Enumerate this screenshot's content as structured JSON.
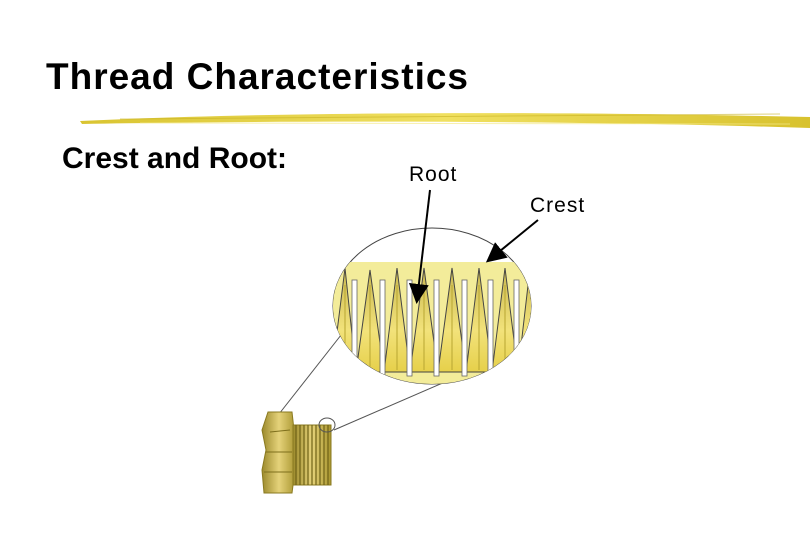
{
  "slide": {
    "title": "Thread Characteristics",
    "bullet": "Crest and Root:"
  },
  "diagram": {
    "root_label": "Root",
    "crest_label": "Crest"
  },
  "colors": {
    "accent": "#e8d84a",
    "thread_fill": "#f0e27a",
    "outline": "#333333"
  }
}
